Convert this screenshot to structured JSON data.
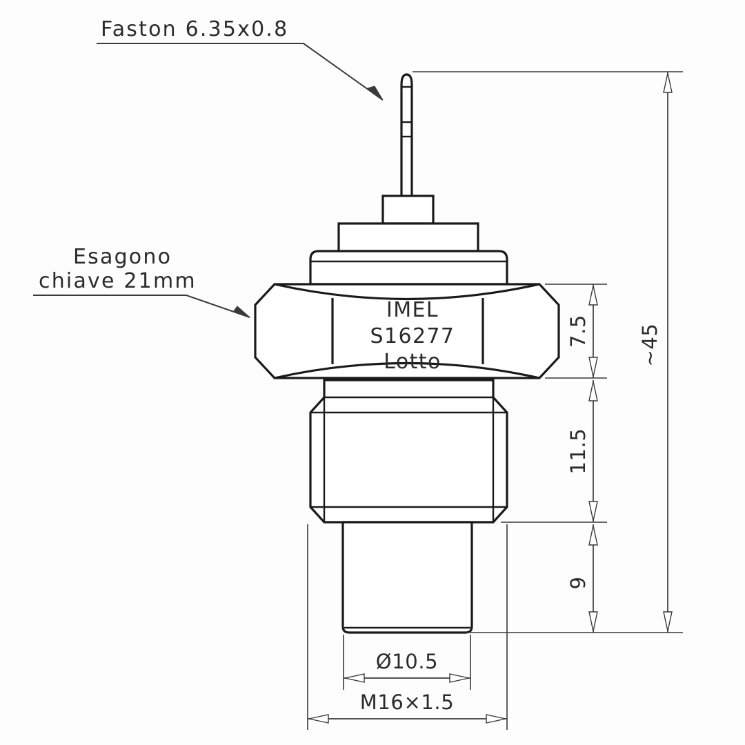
{
  "drawing": {
    "title": "Sensor technical drawing",
    "line_color": "#1a1a1a",
    "dim_color": "#3a3a3a",
    "background": "#fdfdfd"
  },
  "annotations": {
    "faston": {
      "label": "Faston 6.35x0.8"
    },
    "hex": {
      "line1": "Esagono",
      "line2": "chiave 21mm"
    }
  },
  "body_marking": {
    "line1": "IMEL",
    "line2": "S16277",
    "line3": "Lotto"
  },
  "dimensions": {
    "vertical": [
      {
        "name": "hex-height",
        "value": "7.5"
      },
      {
        "name": "thread-length",
        "value": "11.5"
      },
      {
        "name": "nose-length",
        "value": "9"
      },
      {
        "name": "overall-length",
        "value": "~45"
      }
    ],
    "horizontal": [
      {
        "name": "nose-diameter",
        "value": "Ø10.5"
      },
      {
        "name": "thread-spec",
        "value": "M16×1.5"
      }
    ]
  }
}
